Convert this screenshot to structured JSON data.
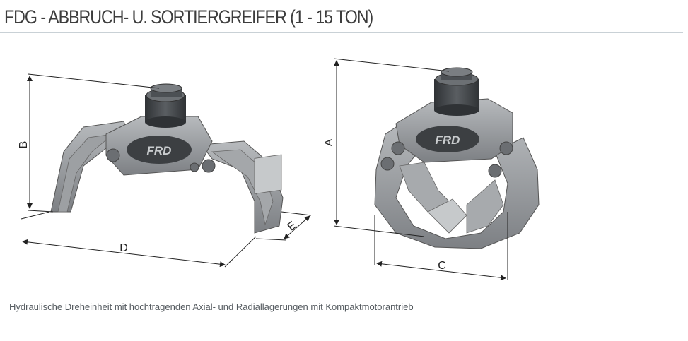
{
  "header": {
    "title": "FDG - ABBRUCH- U. SORTIERGREIFER (1 - 15 TON)"
  },
  "figure": {
    "logo_text": "FRD",
    "dimension_labels": {
      "a": "A",
      "b": "B",
      "c": "C",
      "d": "D",
      "e": "E"
    }
  },
  "caption": {
    "text": "Hydraulische Dreheinheit mit hochtragenden Axial- und Radiallagerungen mit Kompaktmotorantrieb"
  },
  "colors": {
    "title": "#3d3d3d",
    "rule": "#c9d1d6",
    "body_gray": "#8e9194",
    "dark_gray": "#3c3f42",
    "caption": "#555b60"
  }
}
